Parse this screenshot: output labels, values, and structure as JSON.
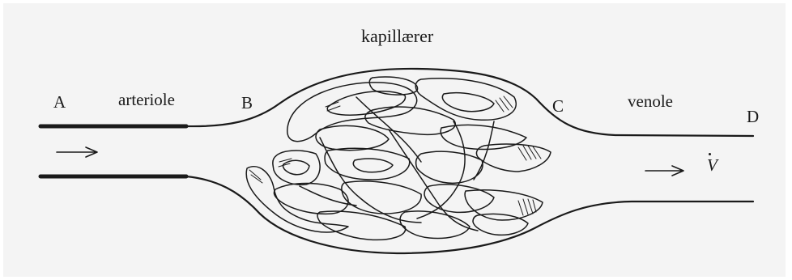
{
  "diagram": {
    "title": "kapillærer",
    "points": {
      "a": "A",
      "b": "B",
      "c": "C",
      "d": "D"
    },
    "labels": {
      "arteriole": "arteriole",
      "venole": "venole",
      "flow": "V"
    },
    "colors": {
      "ink": "#1a1a1a",
      "background": "#f4f4f4"
    }
  }
}
